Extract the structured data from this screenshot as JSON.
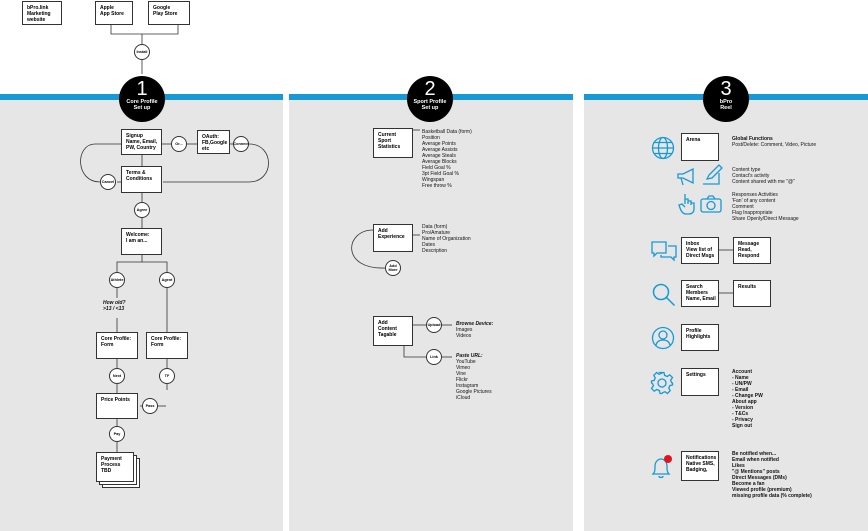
{
  "top": {
    "website": "bPro.link\nMarketing\nwebsite",
    "apple": "Apple\nApp Store",
    "google": "Google\nPlay Store",
    "install": "Install"
  },
  "sections": [
    {
      "number": "1",
      "title": "Core Profile\nSet up"
    },
    {
      "number": "2",
      "title": "Sport Profile\nSet up"
    },
    {
      "number": "3",
      "title": "bPro\nReel"
    }
  ],
  "s1": {
    "signup": "Signup\nName, Email,\nPW, Country",
    "or": "Or...",
    "oauth": "OAuth:\nFB,Google\netc",
    "connect": "Connect",
    "terms": "Terms &\nConditions",
    "cancel": "Cancel",
    "agree": "Agree",
    "welcome": "Welcome:\nI am an...",
    "athlete": "Athlete",
    "agent": "Agent",
    "how_old": "How old?\n>13 / <13",
    "core_form_a": "Core Profile:\nForm",
    "core_form_b": "Core Profile:\nForm",
    "next": "Next",
    "tf": "TF",
    "price": "Price Points",
    "pass": "Pass",
    "pay": "Pay",
    "payment": "Payment\nProcess\nTBD"
  },
  "s2": {
    "stats_box": "Current\nSport\nStatistics",
    "stats_list": "Basketball Data (form)\nPosition\nAverage Points\nAverage Assists\nAverage Steals\nAverage Blocks\nField Goal %\n3pt Field Goal %\nWingspan\nFree throw %",
    "exp_box": "Add\nExperience",
    "exp_list": "Data (form)\nPro/Amature\nName of Organization\nDates\nDescription",
    "add_more": "Add\nMore",
    "content_box": "Add\nContent\nTagable",
    "upload": "Upload",
    "browse_title": "Browse Device:",
    "browse_list": "Images\nVideos",
    "link": "Link",
    "paste_title": "Paste URL:",
    "paste_list": "YouTube\nVimeo\nVine\nFlickr\nInstagram\nGoogle Pictures\niCloud"
  },
  "s3": {
    "arena": "Arena",
    "global_title": "Global Functions",
    "global_text": "Post/Delete: Comment, Video, Picture",
    "content_type": "Content type\nContact's activity\nContent shared with me \"@\"",
    "responses": "Responses Activities\n'Fan' of any content\nComment\nFlag Inappropriate\nShare Openly/Direct Message",
    "inbox": "Inbox\nView list of\nDirect Msgs",
    "message": "Message\nRead,\nRespond",
    "search": "Search\nMembers\nName, Email",
    "results": "Results",
    "profile": "Profile\nHighlights",
    "settings": "Settings",
    "settings_list": "Account\n- Name\n- UN/PW\n- Email\n- Change PW\nAbout app\n- Version\n- T&Cs\n- Privacy\nSign out",
    "notif": "Notifications\nNative SMS,\nBadging,",
    "notif_list": "Be notified when...\nEmail when notified\nLikes\n\"@ Mentions\" posts\nDirect Messages (DMs)\nBecome a fan\nViewed profile (premium)\nmissing profile data (% complete)"
  },
  "colors": {
    "accent": "#1799d6",
    "panel": "#e6e6e6",
    "alert": "#e0161f"
  },
  "icons": [
    "globe-icon",
    "megaphone-icon",
    "pencil-icon",
    "hand-icon",
    "camera-icon",
    "chat-icon",
    "search-icon",
    "user-icon",
    "gear-icon",
    "bell-icon"
  ]
}
